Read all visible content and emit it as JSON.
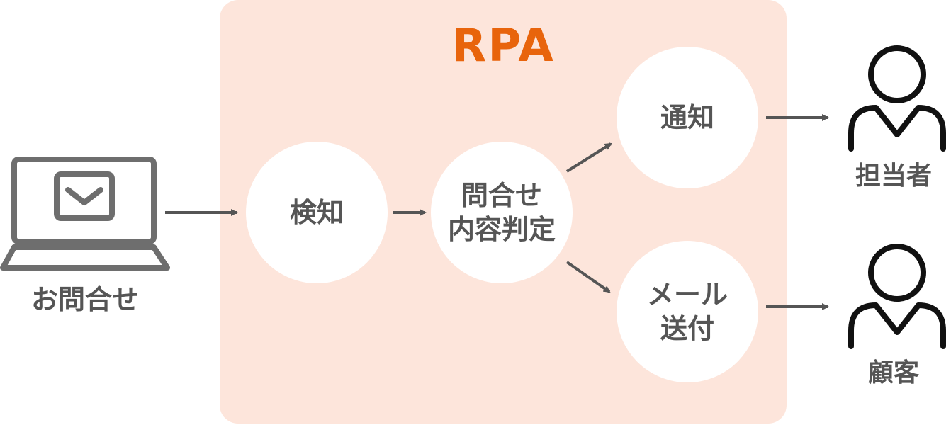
{
  "title": "RPA",
  "source": {
    "label": "お問合せ",
    "icon": "laptop-mail-icon"
  },
  "nodes": {
    "detect": {
      "lines": [
        "検知"
      ]
    },
    "judge": {
      "lines": [
        "問合せ",
        "内容判定"
      ]
    },
    "notify": {
      "lines": [
        "通知"
      ]
    },
    "mail": {
      "lines": [
        "メール",
        "送付"
      ]
    }
  },
  "targets": {
    "staff": {
      "label": "担当者",
      "icon": "person-icon"
    },
    "customer": {
      "label": "顧客",
      "icon": "person-icon"
    }
  },
  "colors": {
    "accent": "#e8640c",
    "panel": "#fde5db",
    "text": "#555555",
    "icon": "#6e6e6e",
    "person": "#111111"
  }
}
